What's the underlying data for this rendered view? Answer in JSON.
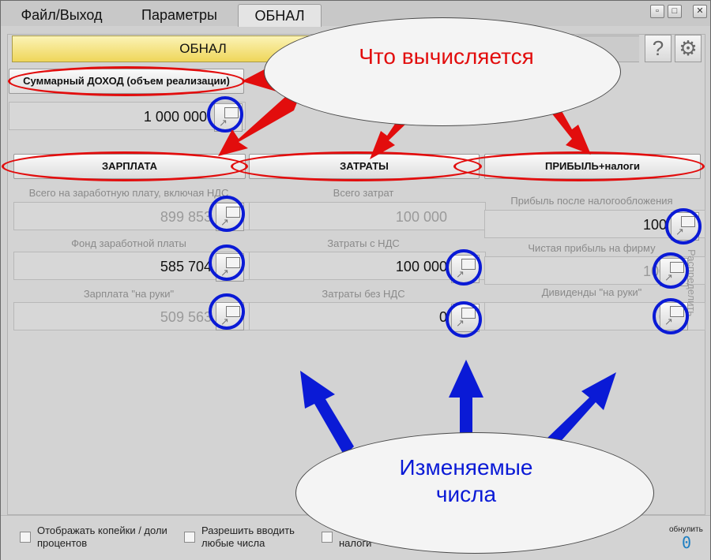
{
  "window": {
    "tabs": [
      {
        "label": "Файл/Выход"
      },
      {
        "label": "Параметры"
      },
      {
        "label": "ОБНАЛ",
        "active": true
      }
    ],
    "controls": {
      "minimize": "▫",
      "maximize": "□",
      "close": "✕"
    }
  },
  "header": {
    "title": "ОБНАЛ",
    "help_icon": "question-icon",
    "settings_icon": "gear-icon"
  },
  "income": {
    "button_label": "Суммарный ДОХОД (объем реализации)",
    "value": "1 000 000"
  },
  "columns": [
    {
      "button_label": "ЗАРПЛАТА",
      "fields": [
        {
          "label": "Всего на заработную плату, включая НДС",
          "value": "899 853"
        },
        {
          "label": "Фонд заработной платы",
          "value": "585 704"
        },
        {
          "label": "Зарплата \"на руки\"",
          "value": "509 563"
        }
      ]
    },
    {
      "button_label": "ЗАТРАТЫ",
      "fields": [
        {
          "label": "Всего затрат",
          "value": "100 000"
        },
        {
          "label": "Затраты с НДС",
          "value": "100 000"
        },
        {
          "label": "Затраты без НДС",
          "value": "0"
        }
      ]
    },
    {
      "button_label": "ПРИБЫЛЬ+налоги",
      "fields": [
        {
          "label": "Прибыль после налогообложения",
          "value": "100"
        },
        {
          "label": "Чистая прибыль на фирму",
          "value": "100"
        },
        {
          "label": "Дивиденды \"на руки\"",
          "value": "0"
        }
      ]
    }
  ],
  "side_label": "Распределить",
  "annotations": {
    "top_bubble": "Что вычисляется",
    "bottom_bubble": "Изменяемые числа"
  },
  "footer": {
    "options": [
      {
        "label": "Отображать копейки / доли процентов"
      },
      {
        "label": "Разрешить вводить любые числа"
      },
      {
        "label": "налоги"
      }
    ],
    "reset_label": "обнулить",
    "reset_value": "0"
  },
  "colors": {
    "annotation_red": "#e20d0d",
    "annotation_blue": "#0a1ad6",
    "header_yellow": "#efd65a",
    "reset_value_blue": "#1e7fc2"
  }
}
